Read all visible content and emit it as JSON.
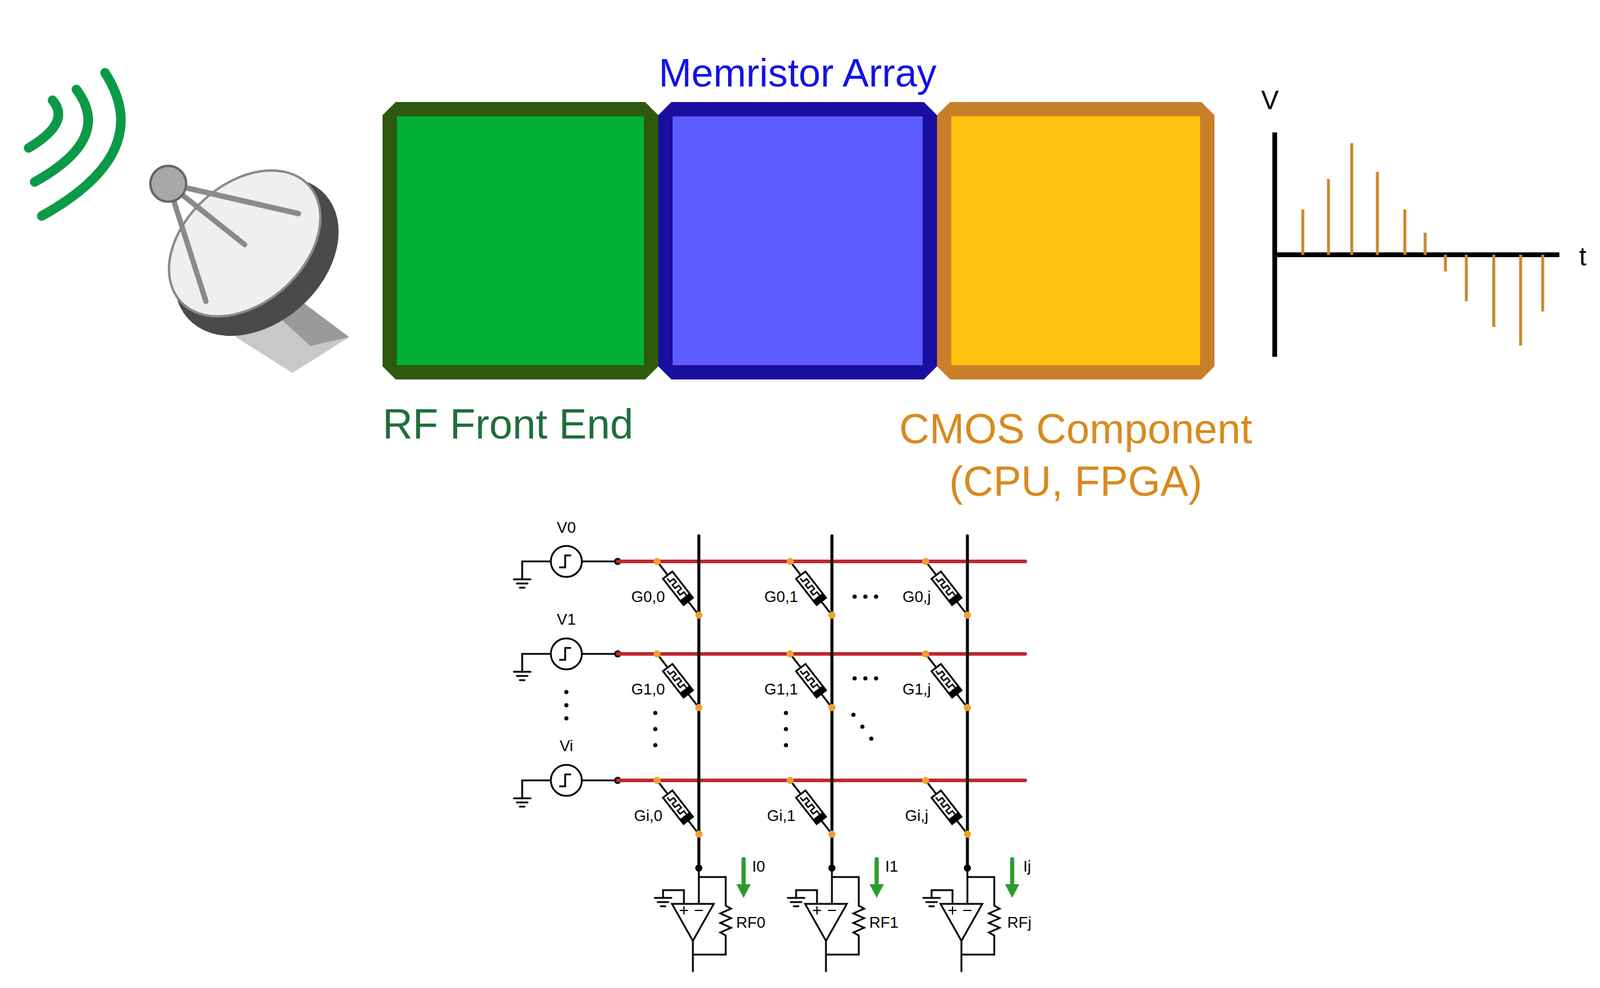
{
  "diagram": {
    "nodes": [
      {
        "text": [
          "RF Front End"
        ]
      },
      {
        "text": [
          "Memristor Array"
        ]
      },
      {
        "text": [
          "CMOS Component (CPU, FPGA)"
        ]
      }
    ],
    "labels": [
      "V",
      "t",
      "V0",
      "V1",
      "Vi",
      "G0,0",
      "G0,1",
      "G0,j",
      "G1,0",
      "G1,1",
      "G1,j",
      "Gi,0",
      "Gi,1",
      "Gi,j",
      "I0",
      "I1",
      "Ij",
      "RF0",
      "RF1",
      "RFj"
    ]
  }
}
